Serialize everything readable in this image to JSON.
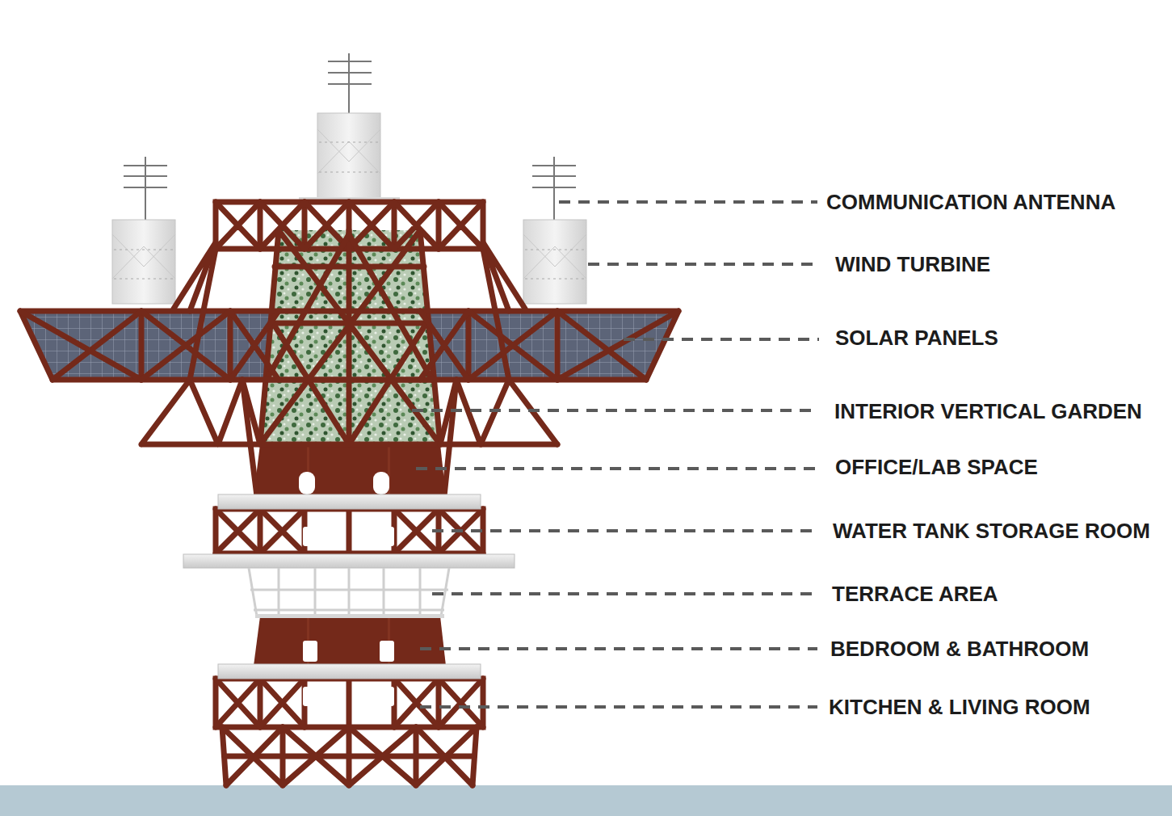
{
  "diagram": {
    "labels": [
      "COMMUNICATION ANTENNA",
      "WIND TURBINE",
      "SOLAR PANELS",
      "INTERIOR VERTICAL GARDEN",
      "OFFICE/LAB SPACE",
      "WATER TANK STORAGE ROOM",
      "TERRACE AREA",
      "BEDROOM & BATHROOM",
      "KITCHEN & LIVING ROOM"
    ]
  }
}
